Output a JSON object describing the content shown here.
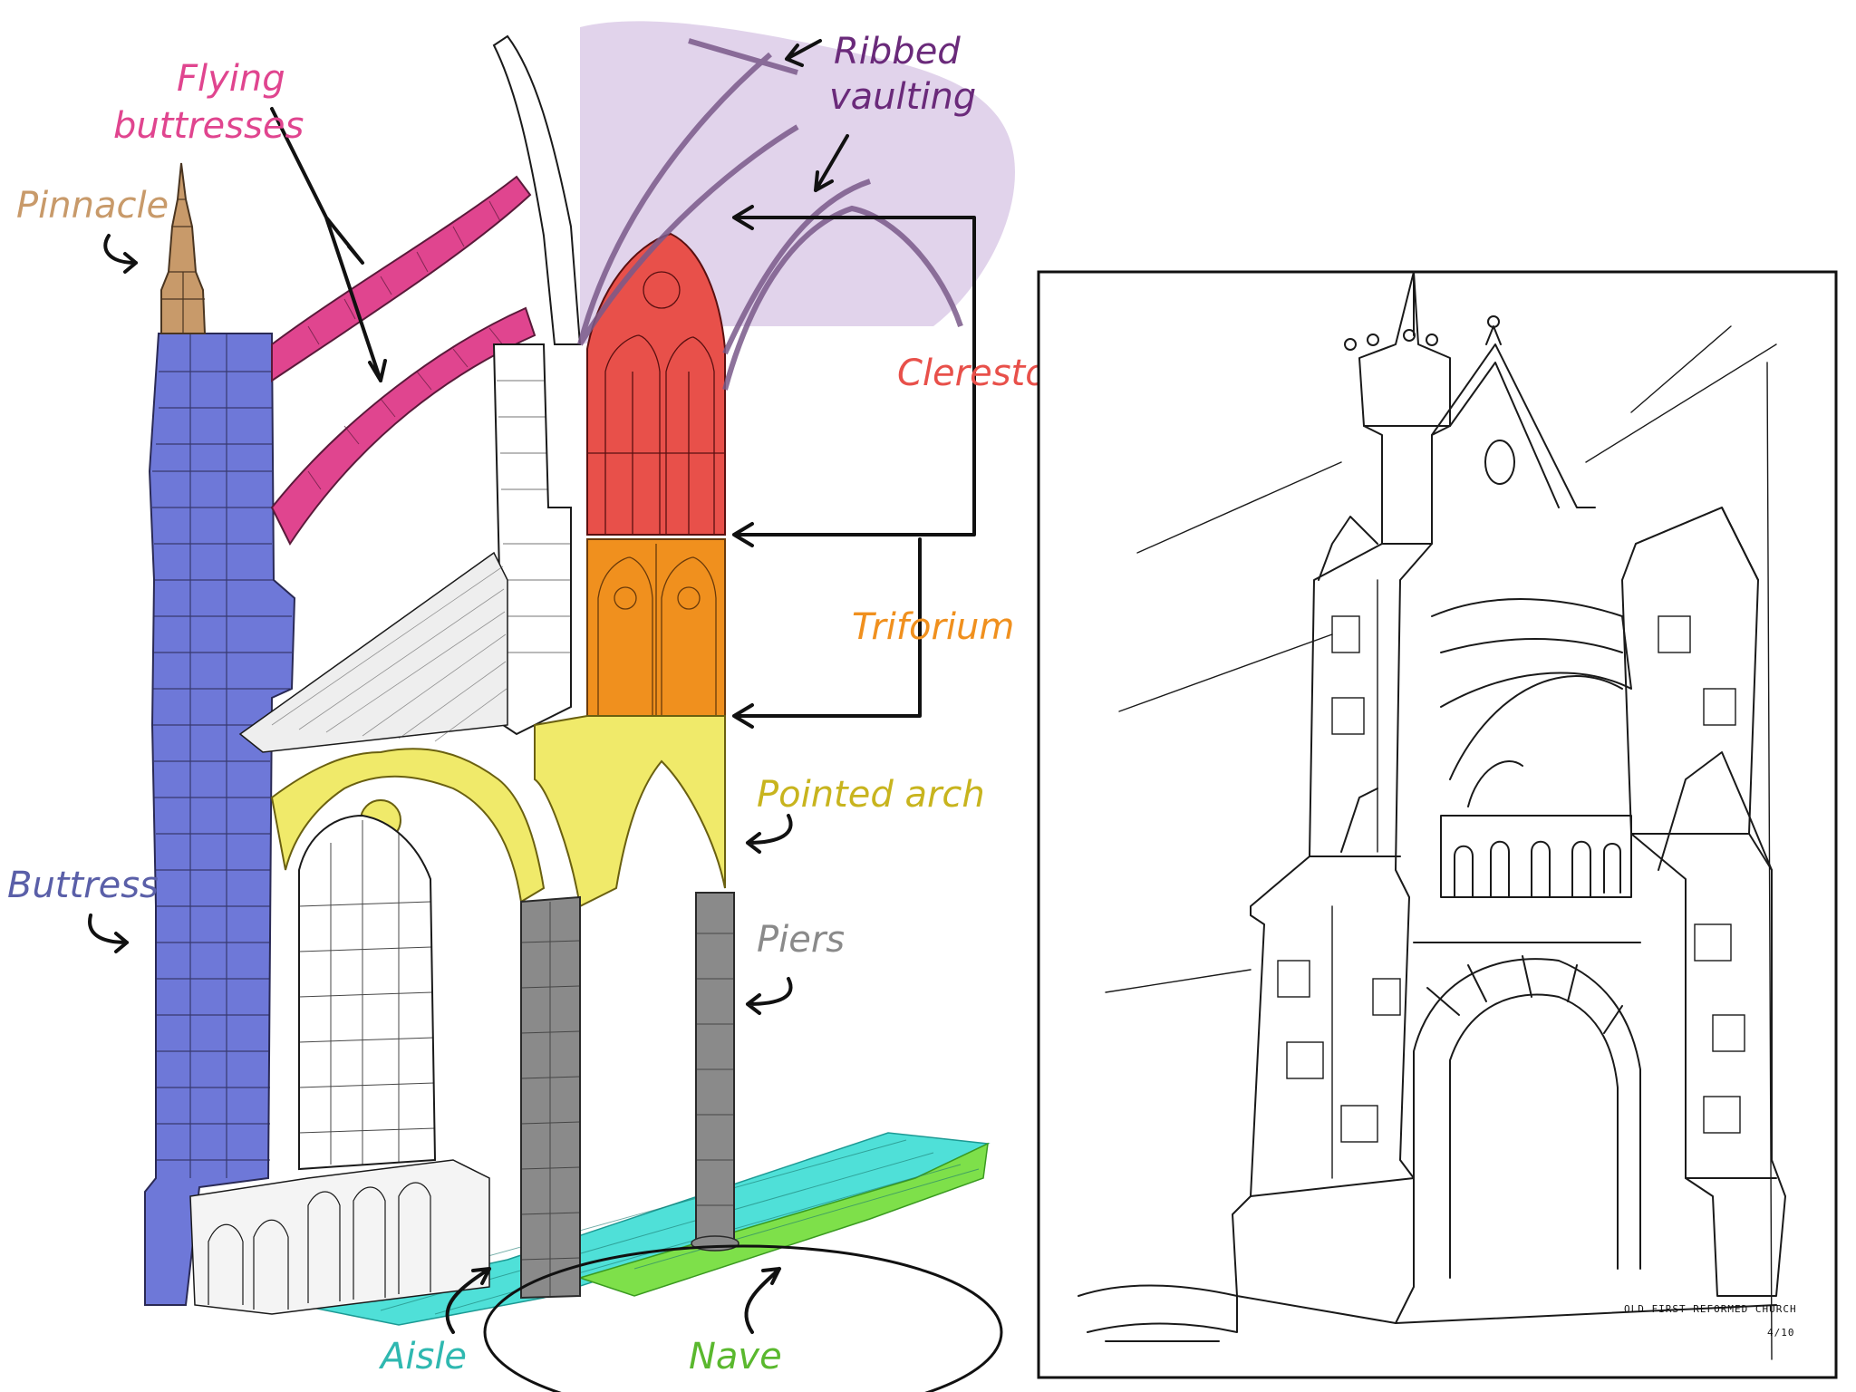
{
  "labels": {
    "flying_buttresses_line1": "Flying",
    "flying_buttresses_line2": "buttresses",
    "pinnacle": "Pinnacle",
    "ribbed_vaulting_line1": "Ribbed",
    "ribbed_vaulting_line2": "vaulting",
    "clerestory": "Clerestory",
    "triforium": "Triforium",
    "pointed_arch": "Pointed arch",
    "piers": "Piers",
    "buttress": "Buttress",
    "aisle": "Aisle",
    "nave": "Nave"
  },
  "sketch_caption": {
    "line1": "OLD FIRST REFORMED CHURCH",
    "line2": "4/10"
  },
  "colors": {
    "flying_buttresses": "#e0458f",
    "pinnacle": "#c89a6a",
    "ribbed_vaulting": "#6a2a7a",
    "vault_wash": "#d9c8e6",
    "clerestory": "#e8504a",
    "triforium": "#f0901e",
    "pointed_arch": "#c8b41e",
    "arch_fill": "#f0ea6a",
    "piers": "#8a8a8a",
    "buttress": "#5a5fa8",
    "buttress_fill": "#6e78d8",
    "aisle": "#2fb8b0",
    "aisle_fill": "#4fe0d8",
    "nave": "#5ab82e",
    "nave_fill": "#7ee04a"
  }
}
